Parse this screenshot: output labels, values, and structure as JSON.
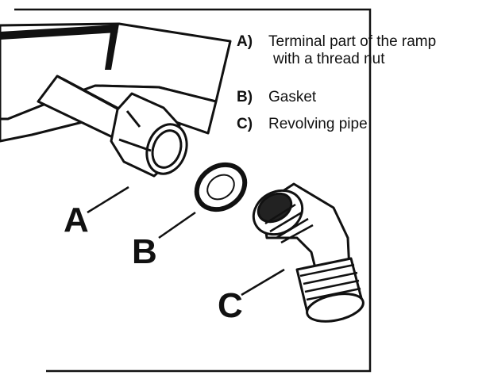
{
  "legend": {
    "a_key": "A)",
    "a_line1": "Terminal part of the ramp",
    "a_line2": "with a thread nut",
    "b_key": "B)",
    "b_text": "Gasket",
    "c_key": "C)",
    "c_text": "Revolving pipe"
  },
  "callouts": {
    "a": "A",
    "b": "B",
    "c": "C"
  }
}
